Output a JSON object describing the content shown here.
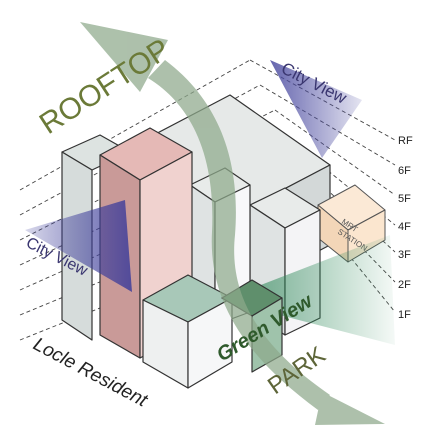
{
  "labels": {
    "rooftop": "ROOFTOP",
    "park": "PARK",
    "green_view": "Green View",
    "city_view_top": "City View",
    "city_view_left": "City View",
    "mrt_station": [
      "MRT",
      "STATION"
    ],
    "resident": "Locle Resident"
  },
  "floors": [
    "RF",
    "6F",
    "5F",
    "4F",
    "3F",
    "2F",
    "1F"
  ],
  "colors": {
    "arrow_green": "#8fa88a",
    "rooftop_text": "#6f7c3a",
    "green_view_text": "#2f5a2c",
    "park_text": "#59603a",
    "city_view_text": "#3e3a6e",
    "city_view_wedge": "#6a6ab0",
    "green_view_wedge": "#7fc2a0",
    "pink_tower": "#d9a8a8",
    "building_grey": "#dfe3e3",
    "teal_block": "#9cc1b0",
    "dark_green_block": "#5d8a6a",
    "mrt_box": "#f6dcc0"
  }
}
